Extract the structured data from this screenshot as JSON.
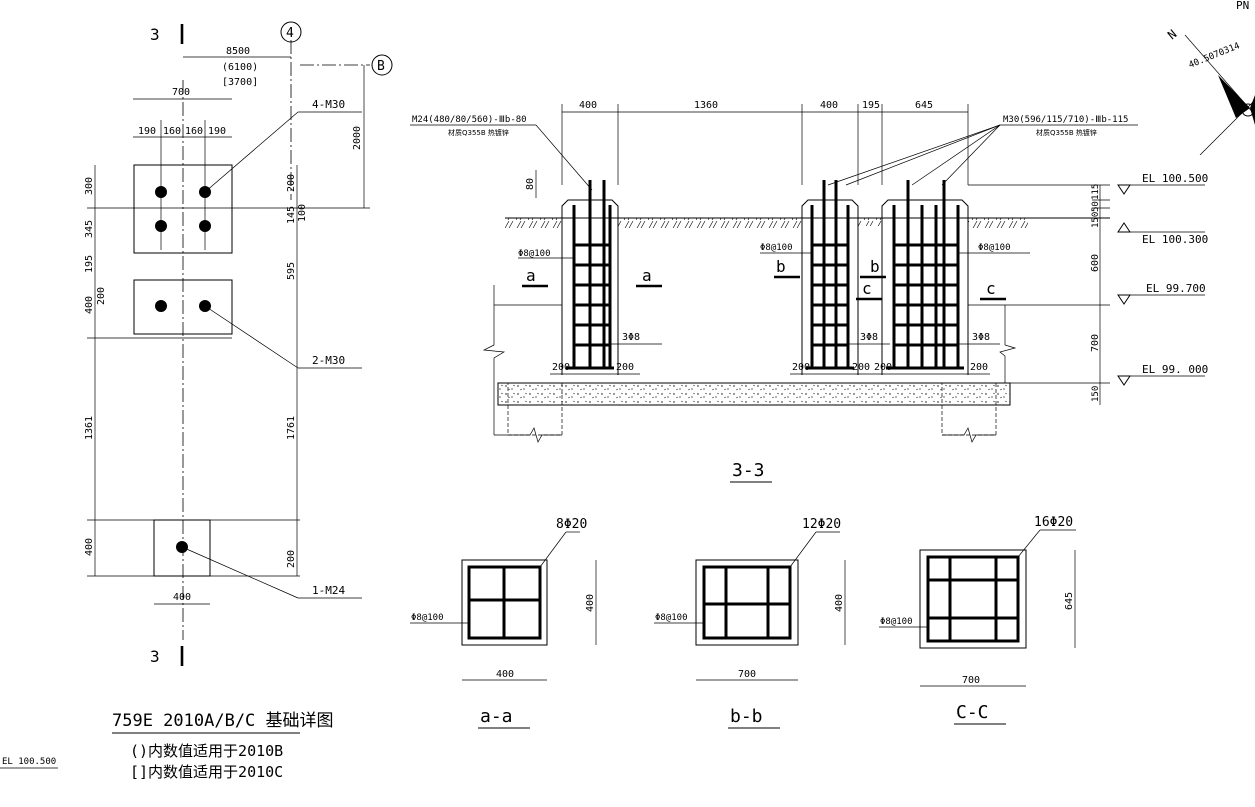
{
  "plan": {
    "section_mark": "3",
    "grid_4": "4",
    "grid_b": "B",
    "dim_8500": "8500",
    "dim_6100": "(6100)",
    "dim_3700": "[3700]",
    "dim_700": "700",
    "dim_190a": "190",
    "dim_160a": "160",
    "dim_160b": "160",
    "dim_190b": "190",
    "dim_2000": "2000",
    "dim_300": "300",
    "dim_345": "345",
    "dim_195": "195",
    "dim_400a": "400",
    "dim_200a": "200",
    "dim_1361": "1361",
    "dim_400b": "400",
    "dim_r200a": "200",
    "dim_r145": "145",
    "dim_r100": "100",
    "dim_r595": "595",
    "dim_r1761": "1761",
    "dim_r200b": "200",
    "dim_bottom_400": "400",
    "bolt_4m30": "4-M30",
    "bolt_2m30": "2-M30",
    "bolt_1m24": "1-M24",
    "title": "759E 2010A/B/C 基础详图",
    "note_b": "()内数值适用于2010B",
    "note_c": "[]内数值适用于2010C",
    "el_bottom_left": "EL 100.500"
  },
  "section33": {
    "title": "3-3",
    "dim_400a": "400",
    "dim_1360": "1360",
    "dim_400b": "400",
    "dim_195": "195",
    "dim_645": "645",
    "anchor_left": "M24(480/80/560)-Ⅲb-80",
    "anchor_left_mat": "材质Q355B 热镀锌",
    "anchor_right": "M30(596/115/710)-Ⅲb-115",
    "anchor_right_mat": "材质Q355B 热镀锌",
    "dim_80": "80",
    "stirrup_a": "Φ8@100",
    "stirrup_b": "Φ8@100",
    "stirrup_c": "Φ8@100",
    "cut_a1": "a",
    "cut_a2": "a",
    "cut_b1": "b",
    "cut_b2": "b",
    "cut_c1": "c",
    "cut_c2": "c",
    "bars_a": "3Φ8",
    "bars_b": "3Φ8",
    "bars_c": "3Φ8",
    "dim_200_1": "200",
    "dim_200_2": "200",
    "dim_200_3": "200",
    "dim_200_4": "200",
    "dim_200_5": "200",
    "dim_200_6": "200",
    "el_100500": "EL 100.500",
    "el_100300": "EL 100.300",
    "el_99700": "EL 99.700",
    "el_99000": "EL 99. 000",
    "dim_v115": "115",
    "dim_v50": "50",
    "dim_v150a": "150",
    "dim_v600": "600",
    "dim_v700": "700",
    "dim_v150b": "150"
  },
  "sections": [
    {
      "title": "a-a",
      "bars": "8Φ20",
      "stirrup": "Φ8@100",
      "width": "400",
      "height": "400"
    },
    {
      "title": "b-b",
      "bars": "12Φ20",
      "stirrup": "Φ8@100",
      "width": "700",
      "height": "400"
    },
    {
      "title": "C-C",
      "bars": "16Φ20",
      "stirrup": "Φ8@100",
      "width": "700",
      "height": "645"
    }
  ],
  "north": {
    "label_n": "N",
    "label_pn": "PN",
    "angle": "40.5070314"
  }
}
